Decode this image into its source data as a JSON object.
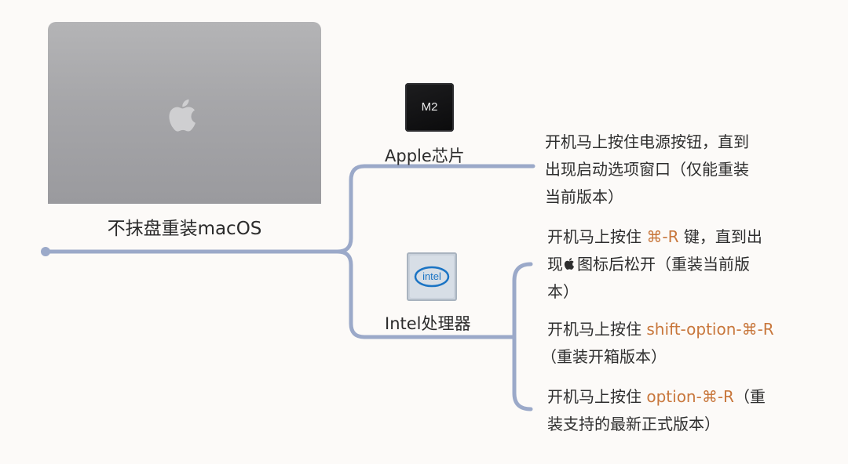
{
  "diagram": {
    "root": {
      "label": "不抹盘重装macOS"
    },
    "branches": [
      {
        "label": "Apple芯片",
        "chip_text": "M2",
        "leaves": [
          {
            "lines": [
              {
                "parts": [
                  {
                    "text": "开机马上按住电源按钮，直到"
                  }
                ]
              },
              {
                "parts": [
                  {
                    "text": "出现启动选项窗口（仅能重装"
                  }
                ]
              },
              {
                "parts": [
                  {
                    "text": "当前版本）"
                  }
                ]
              }
            ]
          }
        ]
      },
      {
        "label": "Intel处理器",
        "chip_text": "intel",
        "leaves": [
          {
            "lines": [
              {
                "parts": [
                  {
                    "text": "开机马上按住 "
                  },
                  {
                    "text": "⌘-R",
                    "highlight": true
                  },
                  {
                    "text": " 键，直到出"
                  }
                ]
              },
              {
                "parts": [
                  {
                    "text": "现"
                  },
                  {
                    "text": "",
                    "apple_icon": true
                  },
                  {
                    "text": "图标后松开（重装当前版"
                  }
                ]
              },
              {
                "parts": [
                  {
                    "text": "本）"
                  }
                ]
              }
            ]
          },
          {
            "lines": [
              {
                "parts": [
                  {
                    "text": "开机马上按住 "
                  },
                  {
                    "text": "shift-option-⌘-R",
                    "highlight": true
                  }
                ]
              },
              {
                "parts": [
                  {
                    "text": "（重装开箱版本）"
                  }
                ]
              }
            ]
          },
          {
            "lines": [
              {
                "parts": [
                  {
                    "text": "开机马上按住 "
                  },
                  {
                    "text": "option-⌘-R",
                    "highlight": true
                  },
                  {
                    "text": "（重"
                  }
                ]
              },
              {
                "parts": [
                  {
                    "text": "装支持的最新正式版本）"
                  }
                ]
              }
            ]
          }
        ]
      }
    ],
    "colors": {
      "connector": "#9ba9c9",
      "highlight": "#c8773c",
      "background": "#fcfaf8"
    }
  }
}
